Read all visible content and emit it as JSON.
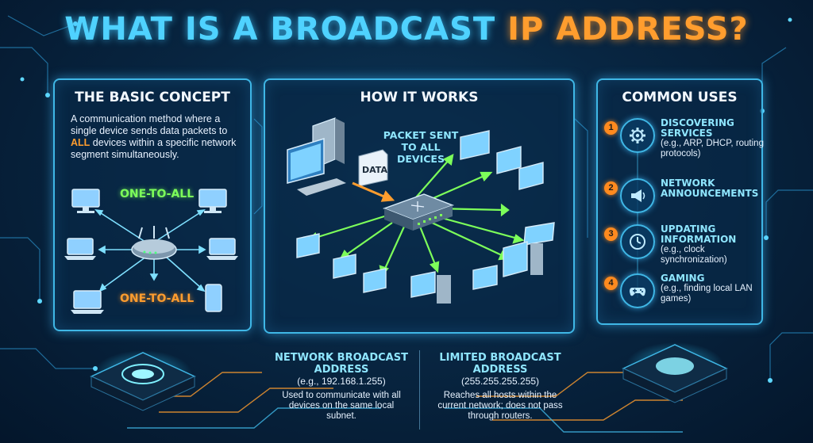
{
  "title": {
    "part1": "WHAT IS A BROADCAST",
    "part2": "IP ADDRESS?"
  },
  "basic_concept": {
    "title": "THE BASIC CONCEPT",
    "desc_before": "A communication method where a single device sends data packets to ",
    "desc_highlight": "ALL",
    "desc_after": " devices within a specific network segment simultaneously.",
    "label_top": "ONE-TO-ALL",
    "label_bottom": "ONE-TO-ALL"
  },
  "how_it_works": {
    "title": "HOW IT WORKS",
    "data_tag": "DATA",
    "packet_label": "PACKET SENT TO ALL DEVICES"
  },
  "common_uses": {
    "title": "COMMON USES",
    "items": [
      {
        "num": "1",
        "icon": "gear-icon",
        "heading": "DISCOVERING SERVICES",
        "sub": "(e.g., ARP, DHCP, routing protocols)"
      },
      {
        "num": "2",
        "icon": "megaphone-icon",
        "heading": "NETWORK ANNOUNCEMENTS",
        "sub": ""
      },
      {
        "num": "3",
        "icon": "clock-icon",
        "heading": "UPDATING INFORMATION",
        "sub": "(e.g., clock synchronization)"
      },
      {
        "num": "4",
        "icon": "gamepad-icon",
        "heading": "GAMING",
        "sub": "(e.g., finding local LAN games)"
      }
    ]
  },
  "network_broadcast": {
    "heading": "NETWORK BROADCAST ADDRESS",
    "example": "(e.g., 192.168.1.255)",
    "desc": "Used to communicate with all devices on the same local subnet."
  },
  "limited_broadcast": {
    "heading": "LIMITED BROADCAST ADDRESS",
    "example": "(255.255.255.255)",
    "desc": "Reaches all hosts within the current network; does not pass through routers."
  },
  "colors": {
    "accent_blue": "#4fd2ff",
    "accent_orange": "#ff9d2e",
    "accent_green": "#7dff5a",
    "panel_border": "#3fb7e6"
  }
}
